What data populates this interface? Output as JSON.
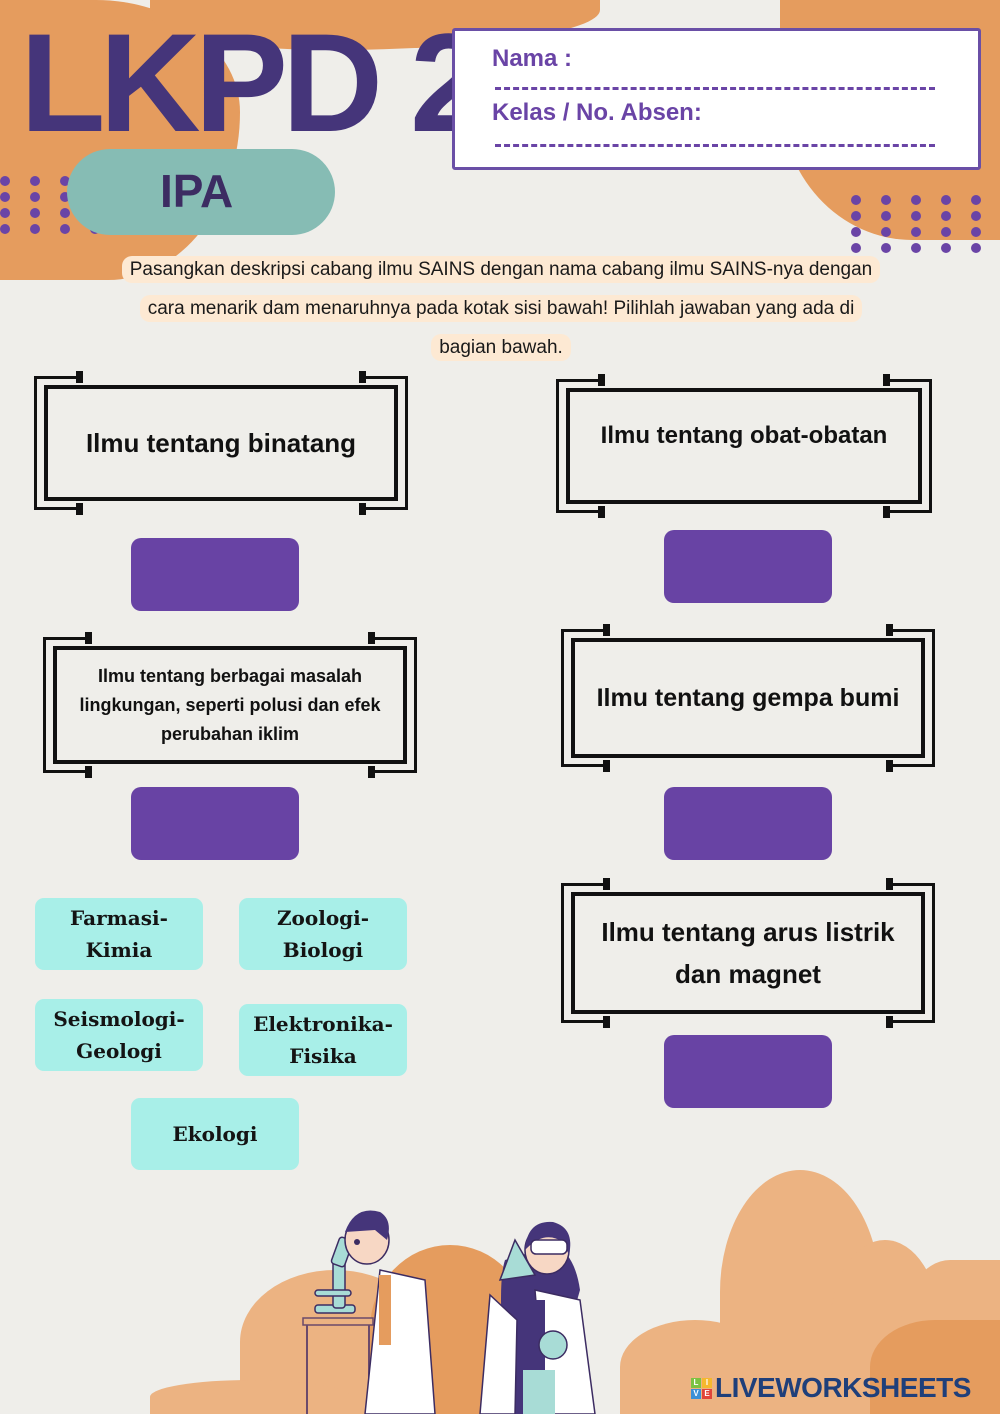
{
  "header": {
    "title": "LKPD 2",
    "subject": "IPA"
  },
  "identity_box": {
    "name_label": "Nama :",
    "class_label": "Kelas / No. Absen:"
  },
  "instructions": {
    "line1": "Pasangkan deskripsi cabang ilmu SAINS dengan nama cabang ilmu SAINS-nya dengan",
    "line2": "cara menarik dam menaruhnya pada kotak sisi bawah! Pilihlah jawaban yang ada di",
    "line3": "bagian bawah."
  },
  "questions": [
    {
      "text": "Ilmu tentang binatang"
    },
    {
      "text": "Ilmu tentang obat-obatan"
    },
    {
      "text": "Ilmu tentang berbagai masalah lingkungan, seperti polusi dan efek perubahan iklim"
    },
    {
      "text": "Ilmu tentang gempa bumi"
    },
    {
      "text": "Ilmu tentang arus listrik dan magnet"
    }
  ],
  "answers": [
    {
      "line1": "Farmasi-",
      "line2": "Kimia"
    },
    {
      "line1": "Zoologi-",
      "line2": "Biologi"
    },
    {
      "line1": "Seismologi-",
      "line2": "Geologi"
    },
    {
      "line1": "Elektronika-",
      "line2": "Fisika"
    },
    {
      "line1": "Ekologi",
      "line2": ""
    }
  ],
  "branding": {
    "logo_text": "LIVEWORKSHEETS",
    "logo_mark": [
      "L",
      "I",
      "V",
      "E"
    ]
  },
  "colors": {
    "accent_purple": "#6843a4",
    "title_purple": "#45357a",
    "orange": "#e59c5e",
    "chip_teal": "#a8efe8",
    "pill_teal": "#86bcb4"
  }
}
